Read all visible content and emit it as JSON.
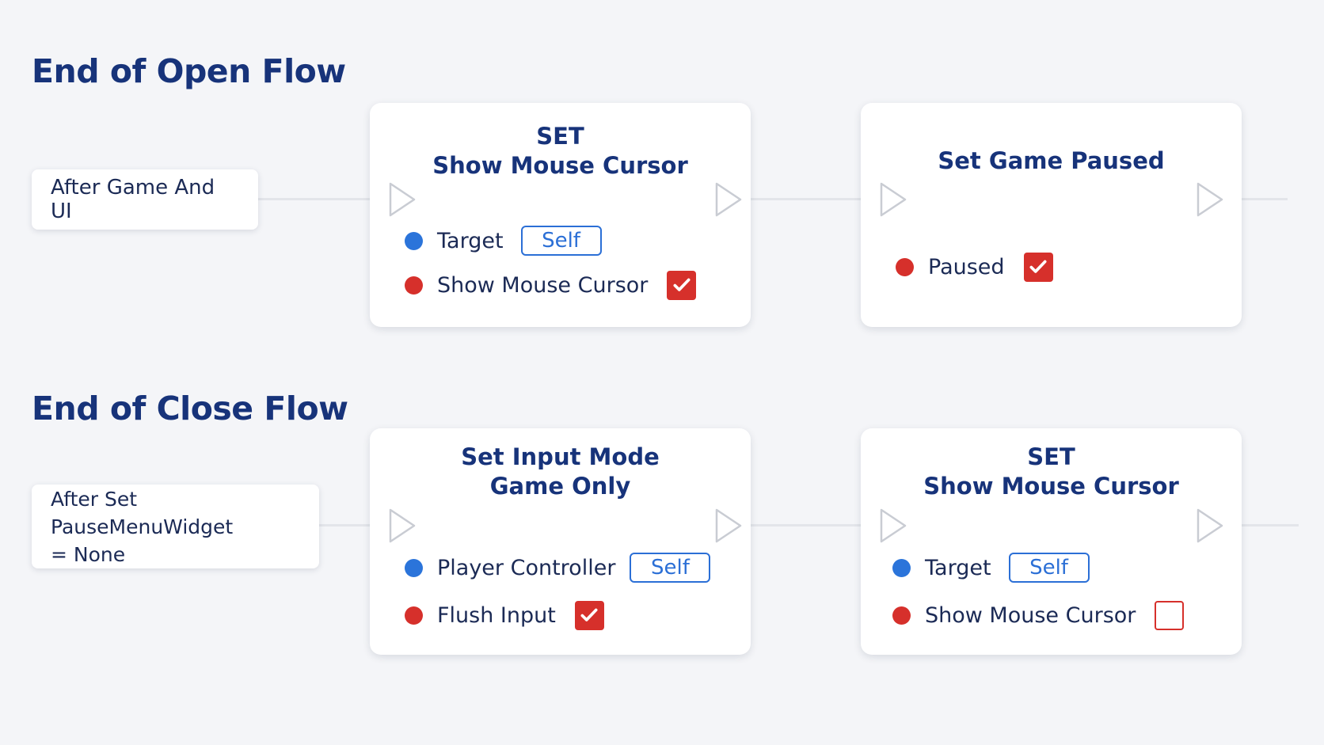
{
  "open_flow": {
    "title": "End of Open Flow",
    "event": "After Game And UI",
    "node1": {
      "title_line1": "SET",
      "title_line2": "Show Mouse Cursor",
      "target_label": "Target",
      "target_value": "Self",
      "param_label": "Show Mouse Cursor",
      "param_checked": true
    },
    "node2": {
      "title": "Set Game Paused",
      "param_label": "Paused",
      "param_checked": true
    }
  },
  "close_flow": {
    "title": "End of Close Flow",
    "event_line1": "After Set PauseMenuWidget",
    "event_line2": "= None",
    "node1": {
      "title_line1": "Set Input Mode",
      "title_line2": "Game Only",
      "target_label": "Player Controller",
      "target_value": "Self",
      "param_label": "Flush Input",
      "param_checked": true
    },
    "node2": {
      "title_line1": "SET",
      "title_line2": "Show Mouse Cursor",
      "target_label": "Target",
      "target_value": "Self",
      "param_label": "Show Mouse Cursor",
      "param_checked": false
    }
  },
  "icons": {
    "exec_pin": "exec-pin-icon",
    "checkmark": "checkmark-icon",
    "input_pin_blue": "#2b74da",
    "input_pin_red": "#d6302b"
  }
}
